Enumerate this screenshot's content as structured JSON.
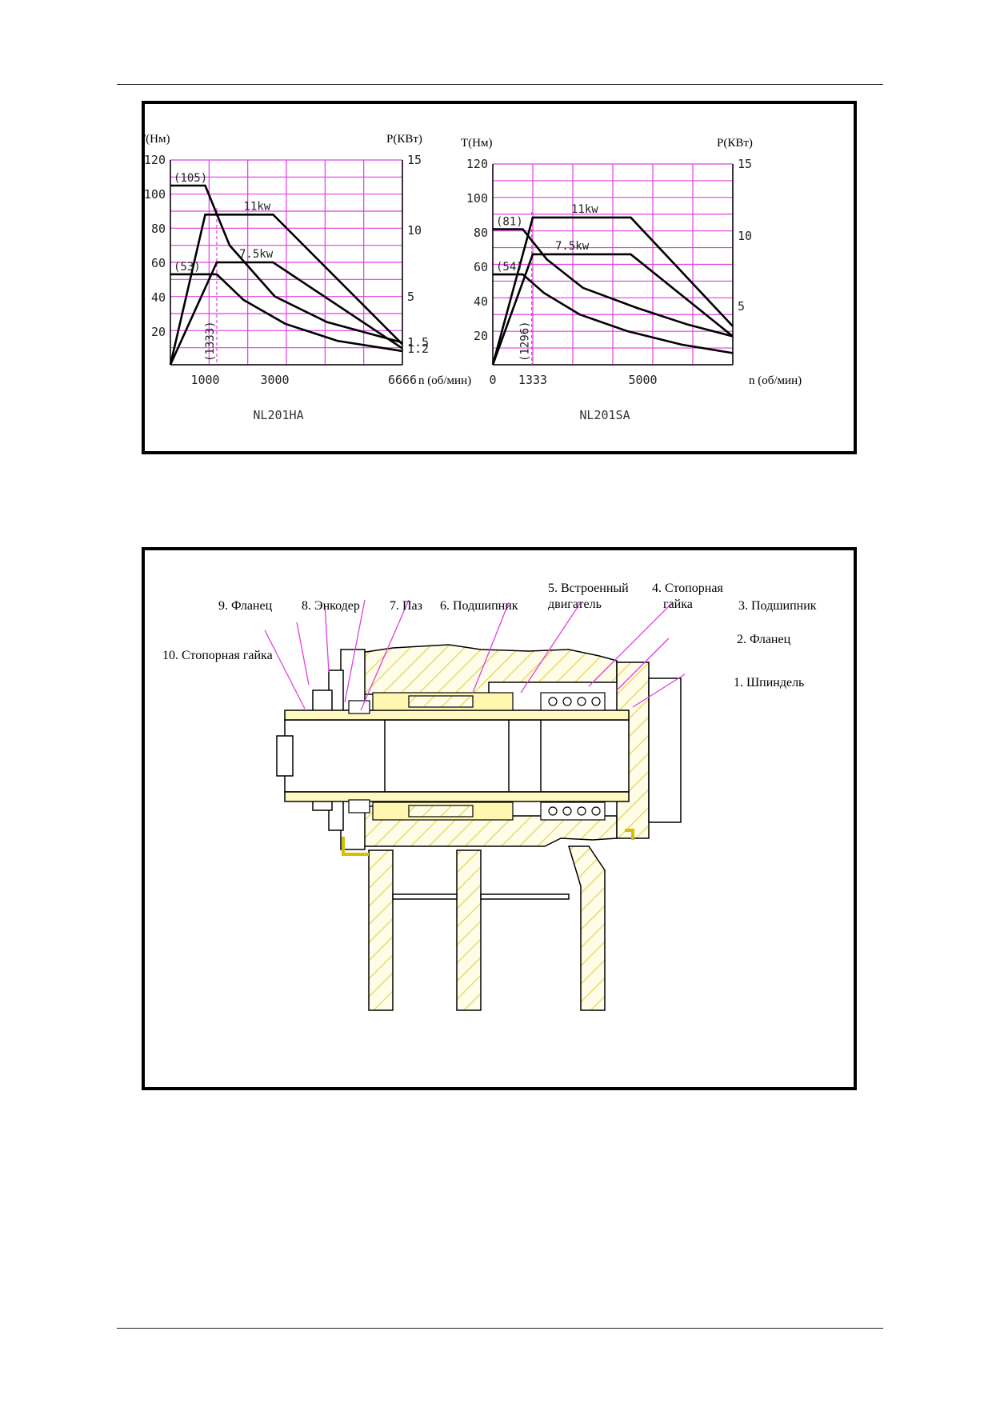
{
  "colors": {
    "grid": "#e040e0",
    "curve": "#000000",
    "hatch": "#e8e070",
    "leader": "#e040e0",
    "yellowline": "#d4c000"
  },
  "chart_data": [
    {
      "type": "line",
      "title": "NL201HA",
      "ylabel": "T(Нм)",
      "y2label": "P(КВт)",
      "xlabel": "n (об/мин)",
      "ylim": [
        0,
        120
      ],
      "y2lim": [
        0,
        15
      ],
      "xlim": [
        0,
        6666
      ],
      "y_ticks": [
        "120",
        "100",
        "80",
        "60",
        "40",
        "20"
      ],
      "y2_ticks": [
        "15",
        "10",
        "5",
        "1.5",
        "1.2"
      ],
      "x_ticks": [
        {
          "v": 1000,
          "label": "1000"
        },
        {
          "v": 3000,
          "label": "3000"
        },
        {
          "v": 6666,
          "label": "6666"
        }
      ],
      "annotations": {
        "t11": "(105)",
        "t75": "(53)",
        "speed": "(1333)",
        "p11": "11kw",
        "p75": "7.5kw"
      },
      "series": [
        {
          "name": "11kw",
          "x": [
            0,
            1000,
            2950,
            6666
          ],
          "y": [
            0,
            88,
            88,
            12
          ]
        },
        {
          "name": "7.5kw",
          "x": [
            0,
            1333,
            2950,
            6666
          ],
          "y": [
            0,
            60,
            60,
            9.6
          ]
        },
        {
          "x": [
            0,
            1000,
            1700,
            3000,
            4500,
            6666
          ],
          "y": [
            105,
            105,
            70,
            40,
            25,
            13
          ]
        },
        {
          "x": [
            0,
            1333,
            2100,
            3300,
            4800,
            6666
          ],
          "y": [
            53,
            53,
            38,
            24,
            14,
            8
          ]
        }
      ],
      "vline": 1333
    },
    {
      "type": "line",
      "title": "NL201SA",
      "ylabel": "T(Нм)",
      "y2label": "P(КВт)",
      "xlabel": "n (об/мин)",
      "ylim": [
        0,
        120
      ],
      "y2lim": [
        0,
        15
      ],
      "xlim": [
        0,
        8000
      ],
      "y_ticks": [
        "120",
        "100",
        "80",
        "60",
        "40",
        "20"
      ],
      "y2_ticks": [
        "15",
        "10",
        "5"
      ],
      "x_ticks": [
        {
          "v": 0,
          "label": "0"
        },
        {
          "v": 1333,
          "label": "1333"
        },
        {
          "v": 5000,
          "label": "5000"
        }
      ],
      "annotations": {
        "t11": "(81)",
        "t75": "(54)",
        "speed": "(1296)",
        "p11": "11kw",
        "p75": "7.5kw"
      },
      "series": [
        {
          "name": "11kw",
          "x": [
            0,
            1333,
            4600,
            8000
          ],
          "y": [
            0,
            88,
            88,
            23
          ]
        },
        {
          "name": "7.5kw",
          "x": [
            0,
            1333,
            4600,
            8000
          ],
          "y": [
            0,
            66,
            66,
            17
          ]
        },
        {
          "x": [
            0,
            1000,
            1800,
            3000,
            4800,
            6500,
            8000
          ],
          "y": [
            81,
            81,
            63,
            46,
            34,
            24,
            17
          ]
        },
        {
          "x": [
            0,
            1000,
            1700,
            2900,
            4500,
            6300,
            8000
          ],
          "y": [
            54,
            54,
            43,
            30,
            20,
            12,
            7
          ]
        }
      ],
      "vline": 1296
    }
  ],
  "diagram": {
    "labels": {
      "l9": "9. Фланец",
      "l8": "8. Энкодер",
      "l7": "7. Паз",
      "l6": "6. Подшипник",
      "l5a": "5. Встроенный",
      "l5b": "двигатель",
      "l4a": "4. Стопорная",
      "l4b": "гайка",
      "l3": "3. Подшипник",
      "l2": "2. Фланец",
      "l1": "1. Шпиндель",
      "l10": "10. Стопорная гайка"
    }
  }
}
